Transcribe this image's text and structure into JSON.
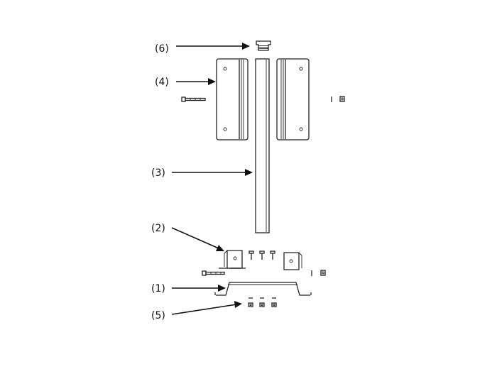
{
  "callouts": [
    {
      "id": "label-6",
      "text": "(6)"
    },
    {
      "id": "label-4",
      "text": "(4)"
    },
    {
      "id": "label-3",
      "text": "(3)"
    },
    {
      "id": "label-2",
      "text": "(2)"
    },
    {
      "id": "label-1",
      "text": "(1)"
    },
    {
      "id": "label-5",
      "text": "(5)"
    }
  ],
  "colors": {
    "line": "#222222",
    "background": "#ffffff"
  }
}
